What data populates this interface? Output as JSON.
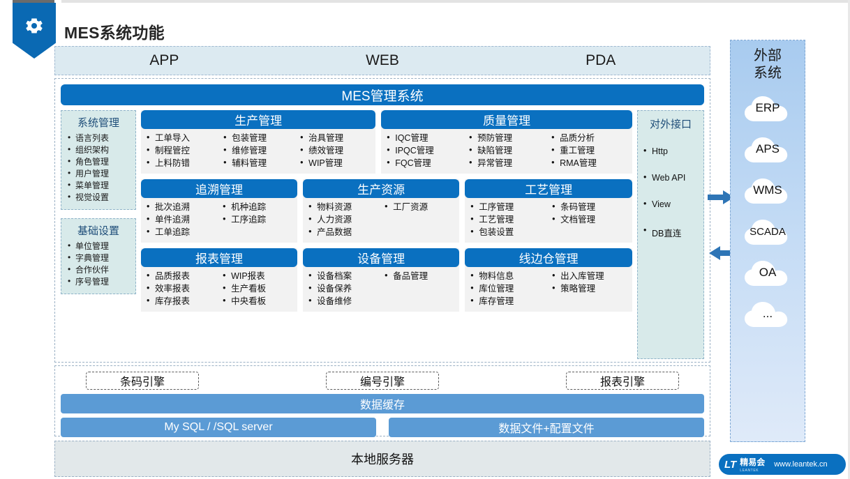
{
  "header": {
    "title": "MES系统功能",
    "badge_icon": "gear-icon"
  },
  "channels": [
    "APP",
    "WEB",
    "PDA"
  ],
  "system_title": "MES管理系统",
  "sidebar": {
    "panels": [
      {
        "title": "系统管理",
        "items": [
          "语言列表",
          "组织架构",
          "角色管理",
          "用户管理",
          "菜单管理",
          "视觉设置"
        ]
      },
      {
        "title": "基础设置",
        "items": [
          "单位管理",
          "字典管理",
          "合作伙伴",
          "序号管理"
        ]
      }
    ]
  },
  "modules": {
    "row1": [
      {
        "title": "生产管理",
        "columns": [
          [
            "工单导入",
            "制程管控",
            "上料防错"
          ],
          [
            "包装管理",
            "维修管理",
            "辅料管理"
          ],
          [
            "治具管理",
            "绩效管理",
            "WIP管理"
          ]
        ]
      },
      {
        "title": "质量管理",
        "columns": [
          [
            "IQC管理",
            "IPQC管理",
            "FQC管理"
          ],
          [
            "预防管理",
            "缺陷管理",
            "异常管理"
          ],
          [
            "品质分析",
            "重工管理",
            "RMA管理"
          ]
        ]
      }
    ],
    "row2": [
      {
        "title": "追溯管理",
        "columns": [
          [
            "批次追溯",
            "单件追溯",
            "工单追踪"
          ],
          [
            "机种追踪",
            "工序追踪"
          ]
        ]
      },
      {
        "title": "生产资源",
        "columns": [
          [
            "物料资源",
            "人力资源",
            "产品数据"
          ],
          [
            "工厂资源"
          ]
        ]
      },
      {
        "title": "工艺管理",
        "columns": [
          [
            "工序管理",
            "工艺管理",
            "包装设置"
          ],
          [
            "条码管理",
            "文档管理"
          ]
        ]
      }
    ],
    "row3": [
      {
        "title": "报表管理",
        "columns": [
          [
            "品质报表",
            "效率报表",
            "库存报表"
          ],
          [
            "WIP报表",
            "生产看板",
            "中央看板"
          ]
        ]
      },
      {
        "title": "设备管理",
        "columns": [
          [
            "设备档案",
            "设备保养",
            "设备维修"
          ],
          [
            "备品管理"
          ]
        ]
      },
      {
        "title": "线边仓管理",
        "columns": [
          [
            "物料信息",
            "库位管理",
            "库存管理"
          ],
          [
            "出入库管理",
            "策略管理"
          ]
        ]
      }
    ]
  },
  "interface_panel": {
    "title": "对外接口",
    "items": [
      "Http",
      "Web API",
      "View",
      "DB直连"
    ]
  },
  "engines": [
    "条码引擎",
    "编号引擎",
    "报表引擎"
  ],
  "cache_bar": "数据缓存",
  "databases": [
    "My SQL / /SQL server",
    "数据文件+配置文件"
  ],
  "server_bar": "本地服务器",
  "external": {
    "title_line1": "外部",
    "title_line2": "系统",
    "systems": [
      "ERP",
      "APS",
      "WMS",
      "SCADA",
      "OA",
      "..."
    ]
  },
  "footer": {
    "brand_mark": "LT",
    "brand_cn": "精易会",
    "brand_sub": "LEANTEK",
    "url": "www.leantek.cn"
  },
  "colors": {
    "primary_blue": "#0a70c0",
    "light_blue_bar": "#5b9bd5",
    "panel_cyan": "#d8eaea",
    "channel_bg": "#dceaf1",
    "title_navy": "#1f4e79"
  }
}
